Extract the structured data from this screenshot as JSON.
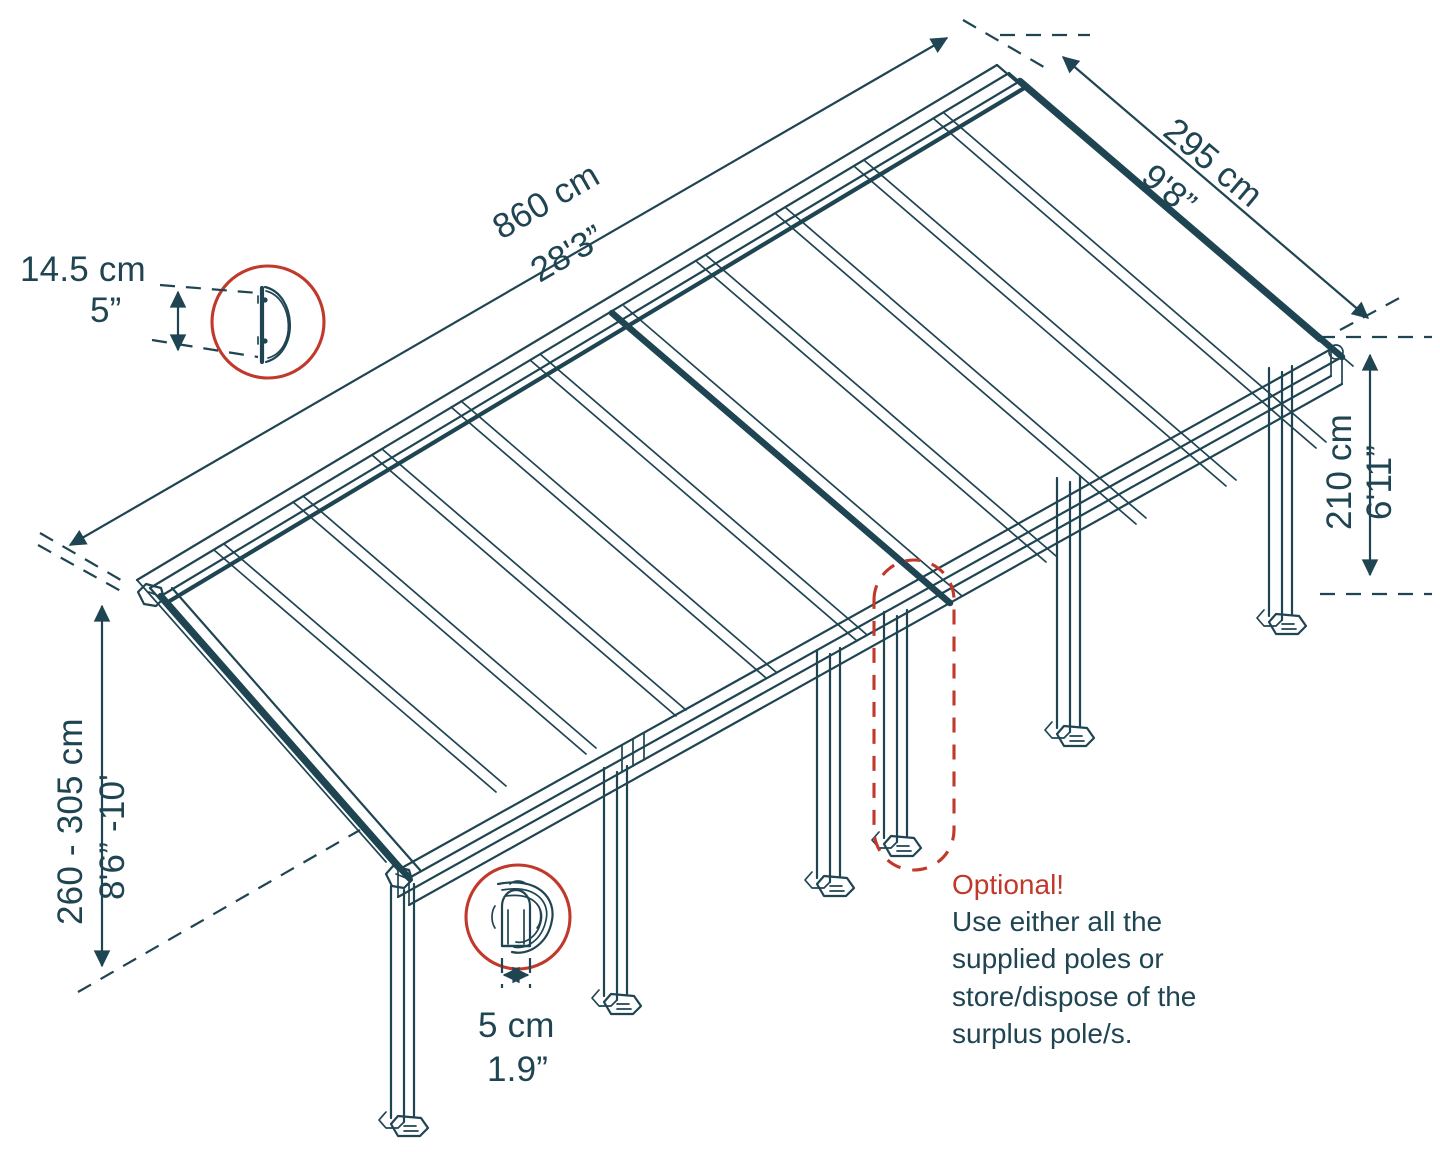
{
  "diagram": {
    "type": "isometric-technical-drawing",
    "subject": "patio-cover-pergola",
    "colors": {
      "line": "#1f4452",
      "line_light": "#2e5968",
      "accent_red": "#c0392b",
      "background": "#ffffff"
    }
  },
  "dimensions": {
    "length": {
      "metric": "860 cm",
      "imperial": "28'3”",
      "name": "roof-length"
    },
    "depth": {
      "metric": "295 cm",
      "imperial": "9'8”",
      "name": "roof-depth"
    },
    "front_height": {
      "metric": "210 cm",
      "imperial": "6'11”",
      "name": "front-post-height"
    },
    "wall_height": {
      "metric": "260 - 305 cm",
      "imperial": "8'6” -10'",
      "name": "wall-mount-height"
    },
    "profile_height": {
      "metric": "14.5 cm",
      "imperial": "5”",
      "name": "gutter-profile-height"
    },
    "post_width": {
      "metric": "5 cm",
      "imperial": "1.9”",
      "name": "post-diameter"
    }
  },
  "callouts": {
    "gutter_profile": {
      "name": "gutter-profile-detail",
      "shape": "d-profile"
    },
    "post_section": {
      "name": "post-cross-section-detail",
      "shape": "round-post-in-bracket"
    }
  },
  "note": {
    "heading": "Optional!",
    "lines": [
      "Use either all the",
      "supplied poles or",
      "store/dispose of the",
      "surplus pole/s."
    ]
  }
}
